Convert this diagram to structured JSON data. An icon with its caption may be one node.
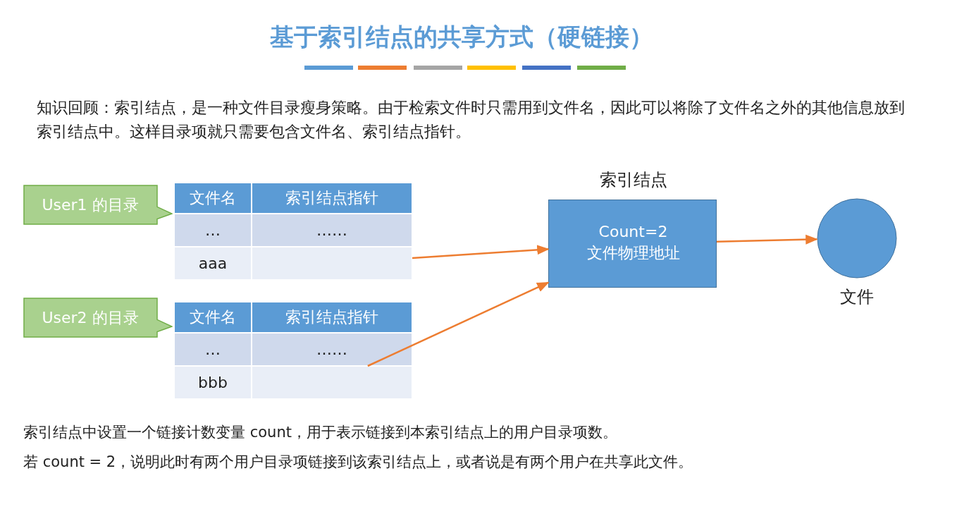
{
  "diagram": {
    "title": "基于索引结点的共享方式（硬链接）",
    "nodes": [
      {
        "text": [
          "User1 的目录"
        ]
      },
      {
        "text": [],
        "shape": "box"
      },
      {
        "text": [
          "User2 的目录"
        ]
      },
      {
        "text": [],
        "shape": "box"
      },
      {
        "text": [
          "索引结点",
          "Count=2",
          "文件物理地址"
        ]
      },
      {
        "text": [],
        "shape": "circle",
        "beside": [
          "文件"
        ]
      }
    ],
    "edges": [
      {
        "from": 1,
        "to": 4,
        "arrow": "to",
        "color": "#ed7d31"
      },
      {
        "from": 3,
        "to": 4,
        "arrow": "to",
        "color": "#ed7d31"
      },
      {
        "from": 4,
        "to": 5,
        "arrow": "to",
        "color": "#ed7d31"
      }
    ],
    "labels": [
      "知识回顾：索引结点，是一种文件目录瘦身策略。由于检索文件时只需用到文件名，因此可以将除了文件名之外的其他信息放到索引结点中。这样目录项就只需要包含文件名、索引结点指针。",
      "文件名",
      "索引结点指针",
      "…",
      "……",
      "aaa",
      "文件名",
      "索引结点指针",
      "…",
      "……",
      "bbb",
      "索引结点中设置一个链接计数变量 count，用于表示链接到本索引结点上的用户目录项数。",
      "若 count = 2，说明此时有两个用户目录项链接到该索引结点上，或者说是有两个用户在共享此文件。"
    ]
  }
}
